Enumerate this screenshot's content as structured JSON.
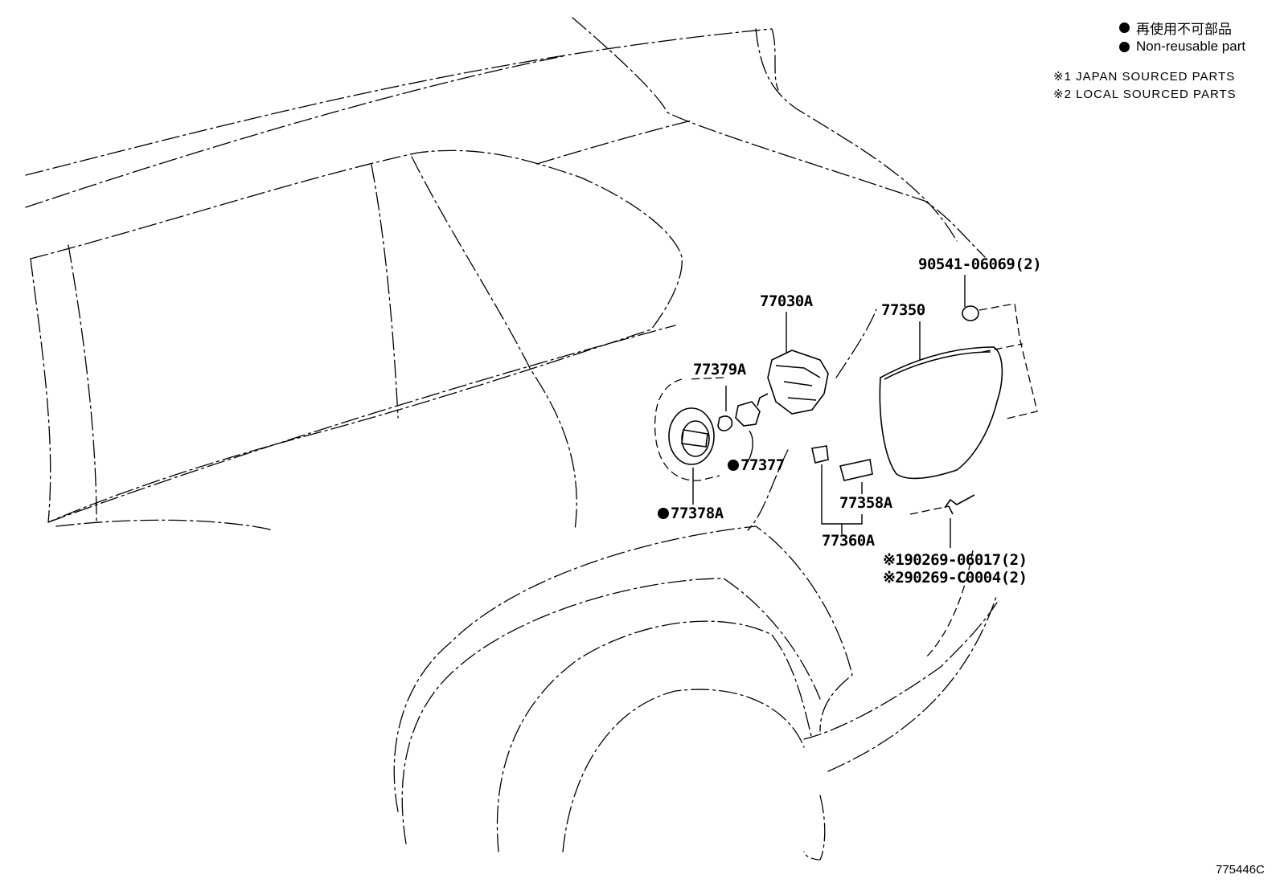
{
  "legend": {
    "non_reusable_jp": "再使用不可部品",
    "non_reusable_en": "Non-reusable part"
  },
  "notes": {
    "note1": "※1 JAPAN SOURCED PARTS",
    "note2": "※2 LOCAL SOURCED PARTS"
  },
  "labels": {
    "screw": "90541-06069(2)",
    "door_assy": "77350",
    "opener_lock": "77030A",
    "spring": "77379A",
    "cushion": "77377",
    "housing": "77378A",
    "hinge_spring": "77358A",
    "hinge": "77360A",
    "rivet_jp": "※190269-06017(2)",
    "rivet_local": "※290269-C0004(2)"
  },
  "reference_code": "775446C"
}
